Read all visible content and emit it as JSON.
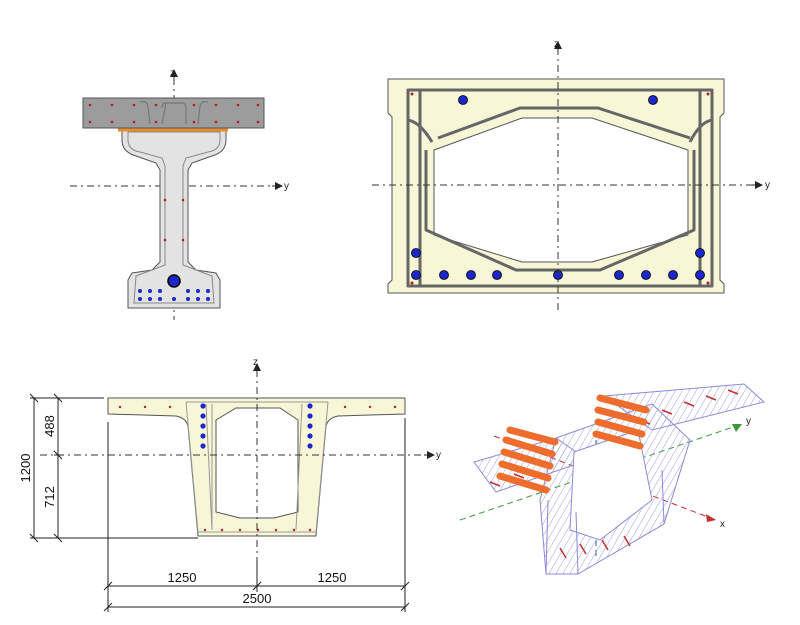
{
  "axes": {
    "z_label": "z",
    "y_label": "y",
    "x_label": "x"
  },
  "dimensions": {
    "total_height": "1200",
    "upper_height": "488",
    "lower_height": "712",
    "left_half_width": "1250",
    "right_half_width": "1250",
    "total_width": "2500"
  },
  "colors": {
    "concrete_fill": "#f7f6d7",
    "concrete_edge": "#555555",
    "beam_fill": "#e3e3e3",
    "slab_fill": "#9c9c9c",
    "rebar_red": "#b41e1e",
    "tendon_blue": "#1b27c8",
    "tendon_orange": "#ee6d2d",
    "mesh_blue": "#8a8ad8"
  },
  "icons": [
    "axis-arrow-icon",
    "global-axes-triad-icon"
  ]
}
